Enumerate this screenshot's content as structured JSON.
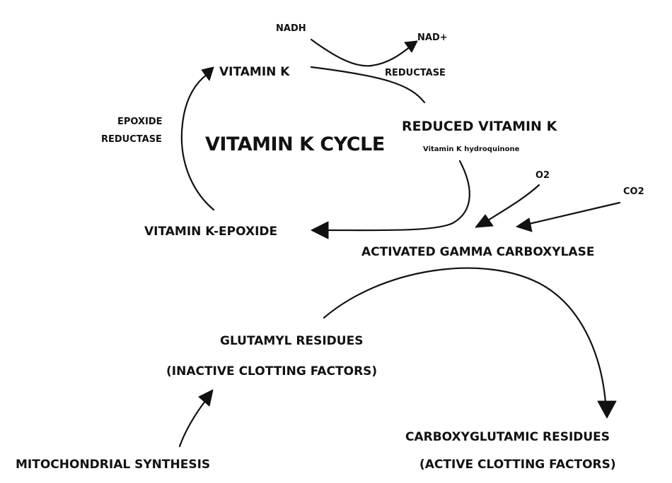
{
  "title": "VITAMIN K CYCLE",
  "nodes": {
    "nadh": "NADH",
    "nad_plus": "NAD+",
    "vitamin_k": "VITAMIN K",
    "reductase": "REDUCTASE",
    "epoxide_reductase_line1": "EPOXIDE",
    "epoxide_reductase_line2": "REDUCTASE",
    "reduced_vitamin_k": "REDUCED VITAMIN K",
    "hydroquinone": "Vitamin K hydroquinone",
    "o2": "O2",
    "co2": "CO2",
    "vitamin_k_epoxide": "VITAMIN K-EPOXIDE",
    "activated_gamma_carboxylase": "ACTIVATED GAMMA CARBOXYLASE",
    "glutamyl_residues": "GLUTAMYL RESIDUES",
    "inactive_clotting_factors": "(INACTIVE CLOTTING FACTORS)",
    "carboxyglutamic_residues": "CARBOXYGLUTAMIC RESIDUES",
    "active_clotting_factors": "(ACTIVE CLOTTING FACTORS)",
    "mitochondrial_synthesis": "MITOCHONDRIAL SYNTHESIS"
  }
}
